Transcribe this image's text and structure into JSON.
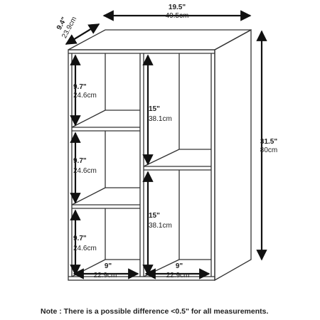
{
  "colors": {
    "line": "#333333",
    "arrow": "#111111",
    "text": "#222222",
    "background": "#ffffff"
  },
  "overall": {
    "width_in": "19.5\"",
    "width_cm": "49.5cm",
    "depth_in": "9.4\"",
    "depth_cm": "23.9cm",
    "height_in": "31.5\"",
    "height_cm": "80cm"
  },
  "left_cubbies": [
    {
      "height_in": "9.7\"",
      "height_cm": "24.6cm"
    },
    {
      "height_in": "9.7\"",
      "height_cm": "24.6cm"
    },
    {
      "height_in": "9.7\"",
      "height_cm": "24.6cm"
    }
  ],
  "right_cubbies": [
    {
      "height_in": "15\"",
      "height_cm": "38.1cm"
    },
    {
      "height_in": "15\"",
      "height_cm": "38.1cm"
    }
  ],
  "bottom_widths": [
    {
      "width_in": "9\"",
      "width_cm": "22.9cm"
    },
    {
      "width_in": "9\"",
      "width_cm": "22.9cm"
    }
  ],
  "note": "Note : There is a possible difference <0.5\" for all measurements."
}
